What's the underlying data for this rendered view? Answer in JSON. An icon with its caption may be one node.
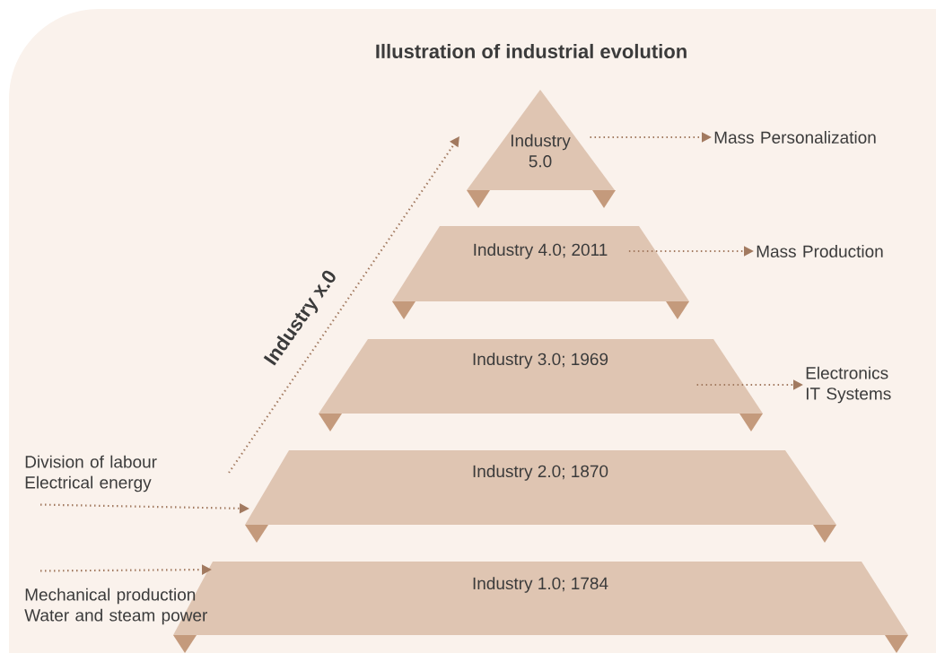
{
  "diagram": {
    "title": "Illustration of industrial evolution",
    "nodes": [
      {
        "text": [
          "Industry 5.0"
        ]
      },
      {
        "text": [
          "Industry 4.0; 2011"
        ]
      },
      {
        "text": [
          "Industry 3.0; 1969"
        ]
      },
      {
        "text": [
          "Industry 2.0; 1870"
        ]
      },
      {
        "text": [
          "Industry 1.0; 1784"
        ]
      },
      {
        "text": [
          "Mass Personalization"
        ]
      },
      {
        "text": [
          "Mass Production"
        ]
      },
      {
        "text": [
          "Electronics IT Systems"
        ]
      },
      {
        "text": [
          "Division of labour Electrical energy"
        ]
      },
      {
        "text": [
          "Mechanical production Water and steam power"
        ]
      }
    ],
    "edges": [
      {
        "from": 0,
        "to": 5,
        "arrow": "to"
      },
      {
        "from": 1,
        "to": 6,
        "arrow": "to"
      },
      {
        "from": 2,
        "to": 7,
        "arrow": "to"
      },
      {
        "from": 8,
        "to": 3,
        "arrow": "to"
      },
      {
        "from": 9,
        "to": 4,
        "arrow": "to"
      }
    ],
    "labels": [
      "Industry x.0"
    ]
  }
}
